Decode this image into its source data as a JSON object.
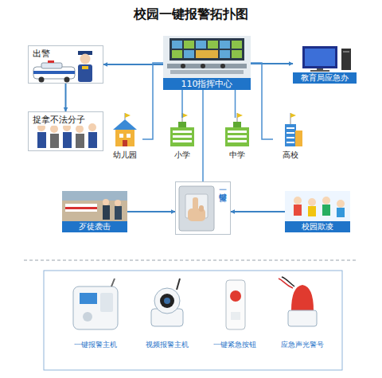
{
  "diagram": {
    "title": "校园一键报警拓扑图",
    "nodes": [
      {
        "text": [
          "出警"
        ]
      },
      {
        "text": [
          "110指挥中心"
        ]
      },
      {
        "text": [
          "教育局应急办"
        ]
      },
      {
        "text": [
          "捉拿不法分子"
        ]
      },
      {
        "text": [
          "幼儿园"
        ]
      },
      {
        "text": [
          "小学"
        ]
      },
      {
        "text": [
          "中学"
        ]
      },
      {
        "text": [
          "高校"
        ]
      },
      {
        "text": [
          "歹徒袭击"
        ]
      },
      {
        "text": [
          "一键报警"
        ]
      },
      {
        "text": [
          "校园欺凌"
        ]
      },
      {
        "text": [
          "一键报警主机"
        ]
      },
      {
        "text": [
          "视频报警主机"
        ]
      },
      {
        "text": [
          "一键紧急按钮"
        ]
      },
      {
        "text": [
          "应急声光警号"
        ]
      }
    ],
    "edges": [
      {
        "from": 1,
        "to": 0,
        "arrow": "to"
      },
      {
        "from": 1,
        "to": 2,
        "arrow": "to"
      },
      {
        "from": 0,
        "to": 3,
        "arrow": "to"
      },
      {
        "from": 1,
        "to": 4,
        "arrow": "none"
      },
      {
        "from": 1,
        "to": 5,
        "arrow": "none"
      },
      {
        "from": 1,
        "to": 6,
        "arrow": "none"
      },
      {
        "from": 1,
        "to": 7,
        "arrow": "none"
      },
      {
        "from": 1,
        "to": 9,
        "arrow": "none"
      },
      {
        "from": 8,
        "to": 9,
        "arrow": "to"
      },
      {
        "from": 10,
        "to": 9,
        "arrow": "to"
      }
    ]
  }
}
